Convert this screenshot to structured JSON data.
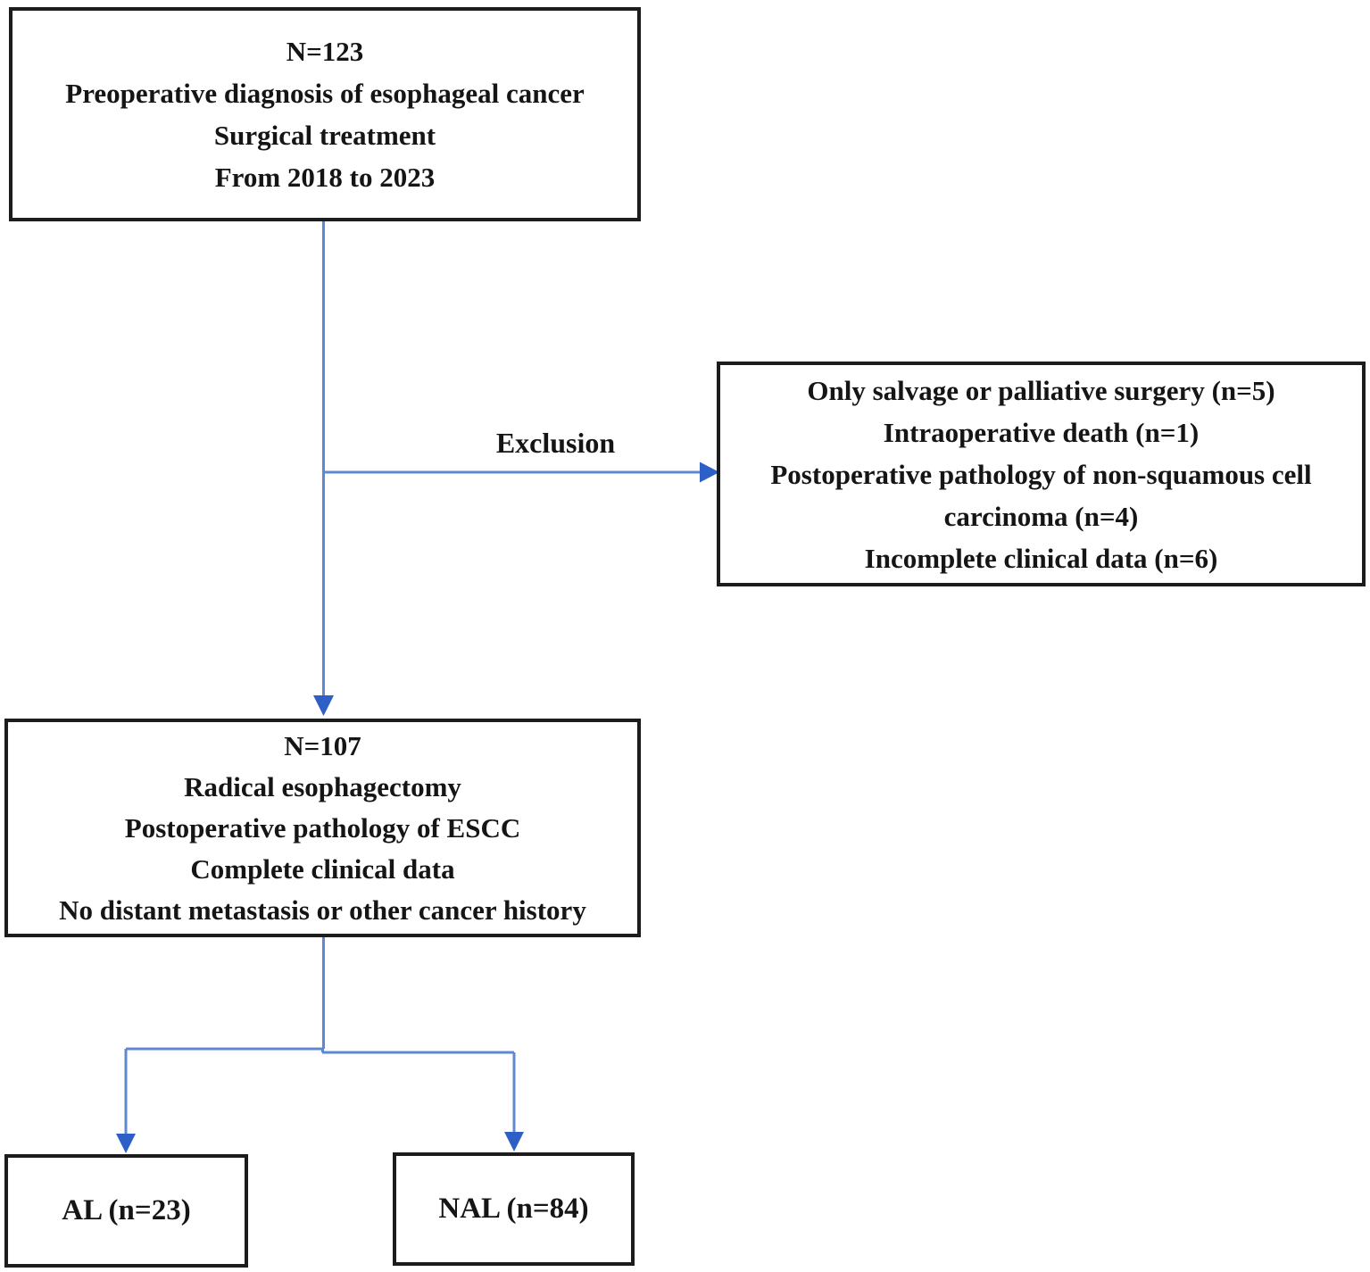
{
  "colors": {
    "line": "#5e88d2",
    "arrow": "#2e5fc6",
    "box_border": "#1c1c1c",
    "text": "#151515",
    "background": "#ffffff"
  },
  "flowchart": {
    "nodes": {
      "initial": {
        "lines": [
          "N=123",
          "Preoperative diagnosis of esophageal cancer",
          "Surgical treatment",
          "From 2018 to 2023"
        ]
      },
      "exclusion": {
        "lines": [
          "Only salvage or palliative surgery (n=5)",
          "Intraoperative death (n=1)",
          "Postoperative pathology of non-squamous cell carcinoma (n=4)",
          "Incomplete clinical data (n=6)"
        ]
      },
      "included": {
        "lines": [
          "N=107",
          "Radical esophagectomy",
          "Postoperative pathology of ESCC",
          "Complete clinical data",
          "No distant metastasis or other cancer history"
        ]
      },
      "al": {
        "label": "AL (n=23)"
      },
      "nal": {
        "label": "NAL (n=84)"
      }
    },
    "edges": {
      "exclusion_label": "Exclusion"
    }
  }
}
